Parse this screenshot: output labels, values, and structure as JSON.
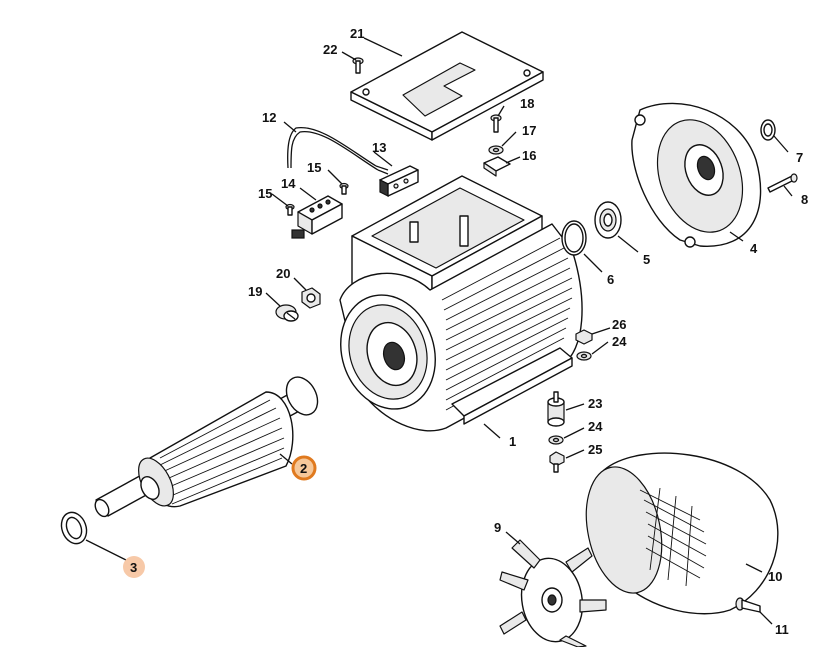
{
  "diagram": {
    "callouts": [
      "1",
      "2",
      "3",
      "4",
      "5",
      "6",
      "7",
      "8",
      "9",
      "10",
      "11",
      "12",
      "13",
      "14",
      "15",
      "15",
      "16",
      "17",
      "18",
      "19",
      "20",
      "21",
      "22",
      "23",
      "24",
      "24",
      "25",
      "26"
    ],
    "highlighted": [
      "2",
      "3"
    ],
    "colors": {
      "highlight_strong": "#e07a1f",
      "highlight_strong_fill": "#f6c89a",
      "highlight_soft": "#f7c9a8",
      "ink": "#111111"
    }
  }
}
